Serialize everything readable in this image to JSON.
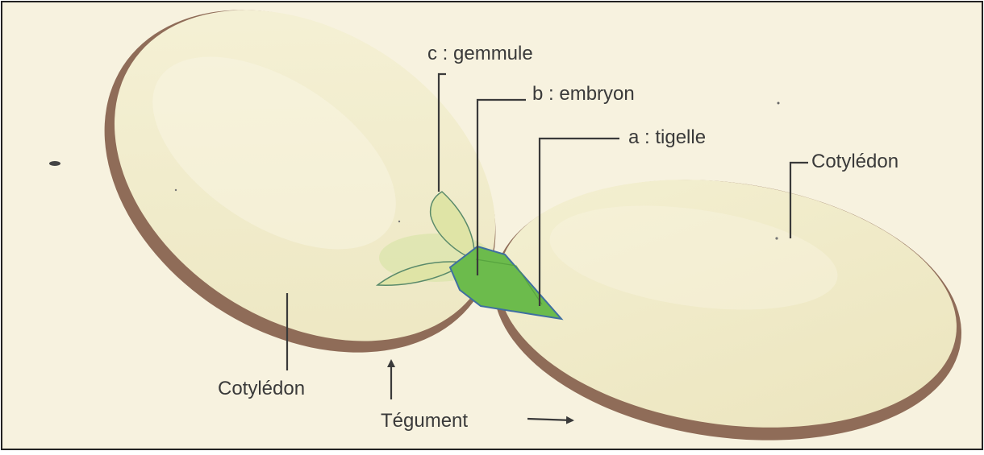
{
  "labels": {
    "gemmule": "c :  gemmule",
    "embryon": "b :  embryon",
    "tigelle": "a :  tigelle",
    "cotyledon_right": "Cotylédon",
    "cotyledon_left": "Cotylédon",
    "tegument": "Tégument"
  },
  "colors": {
    "paper": "#f7f2df",
    "cotyledon_fill": "#f1eccb",
    "cotyledon_edge": "#9a7660",
    "embryo_green": "#6cbb4c",
    "embryo_outline": "#3f6fa0",
    "leaf_yellow": "#dfe4a6",
    "ink": "#3a3a3a"
  }
}
